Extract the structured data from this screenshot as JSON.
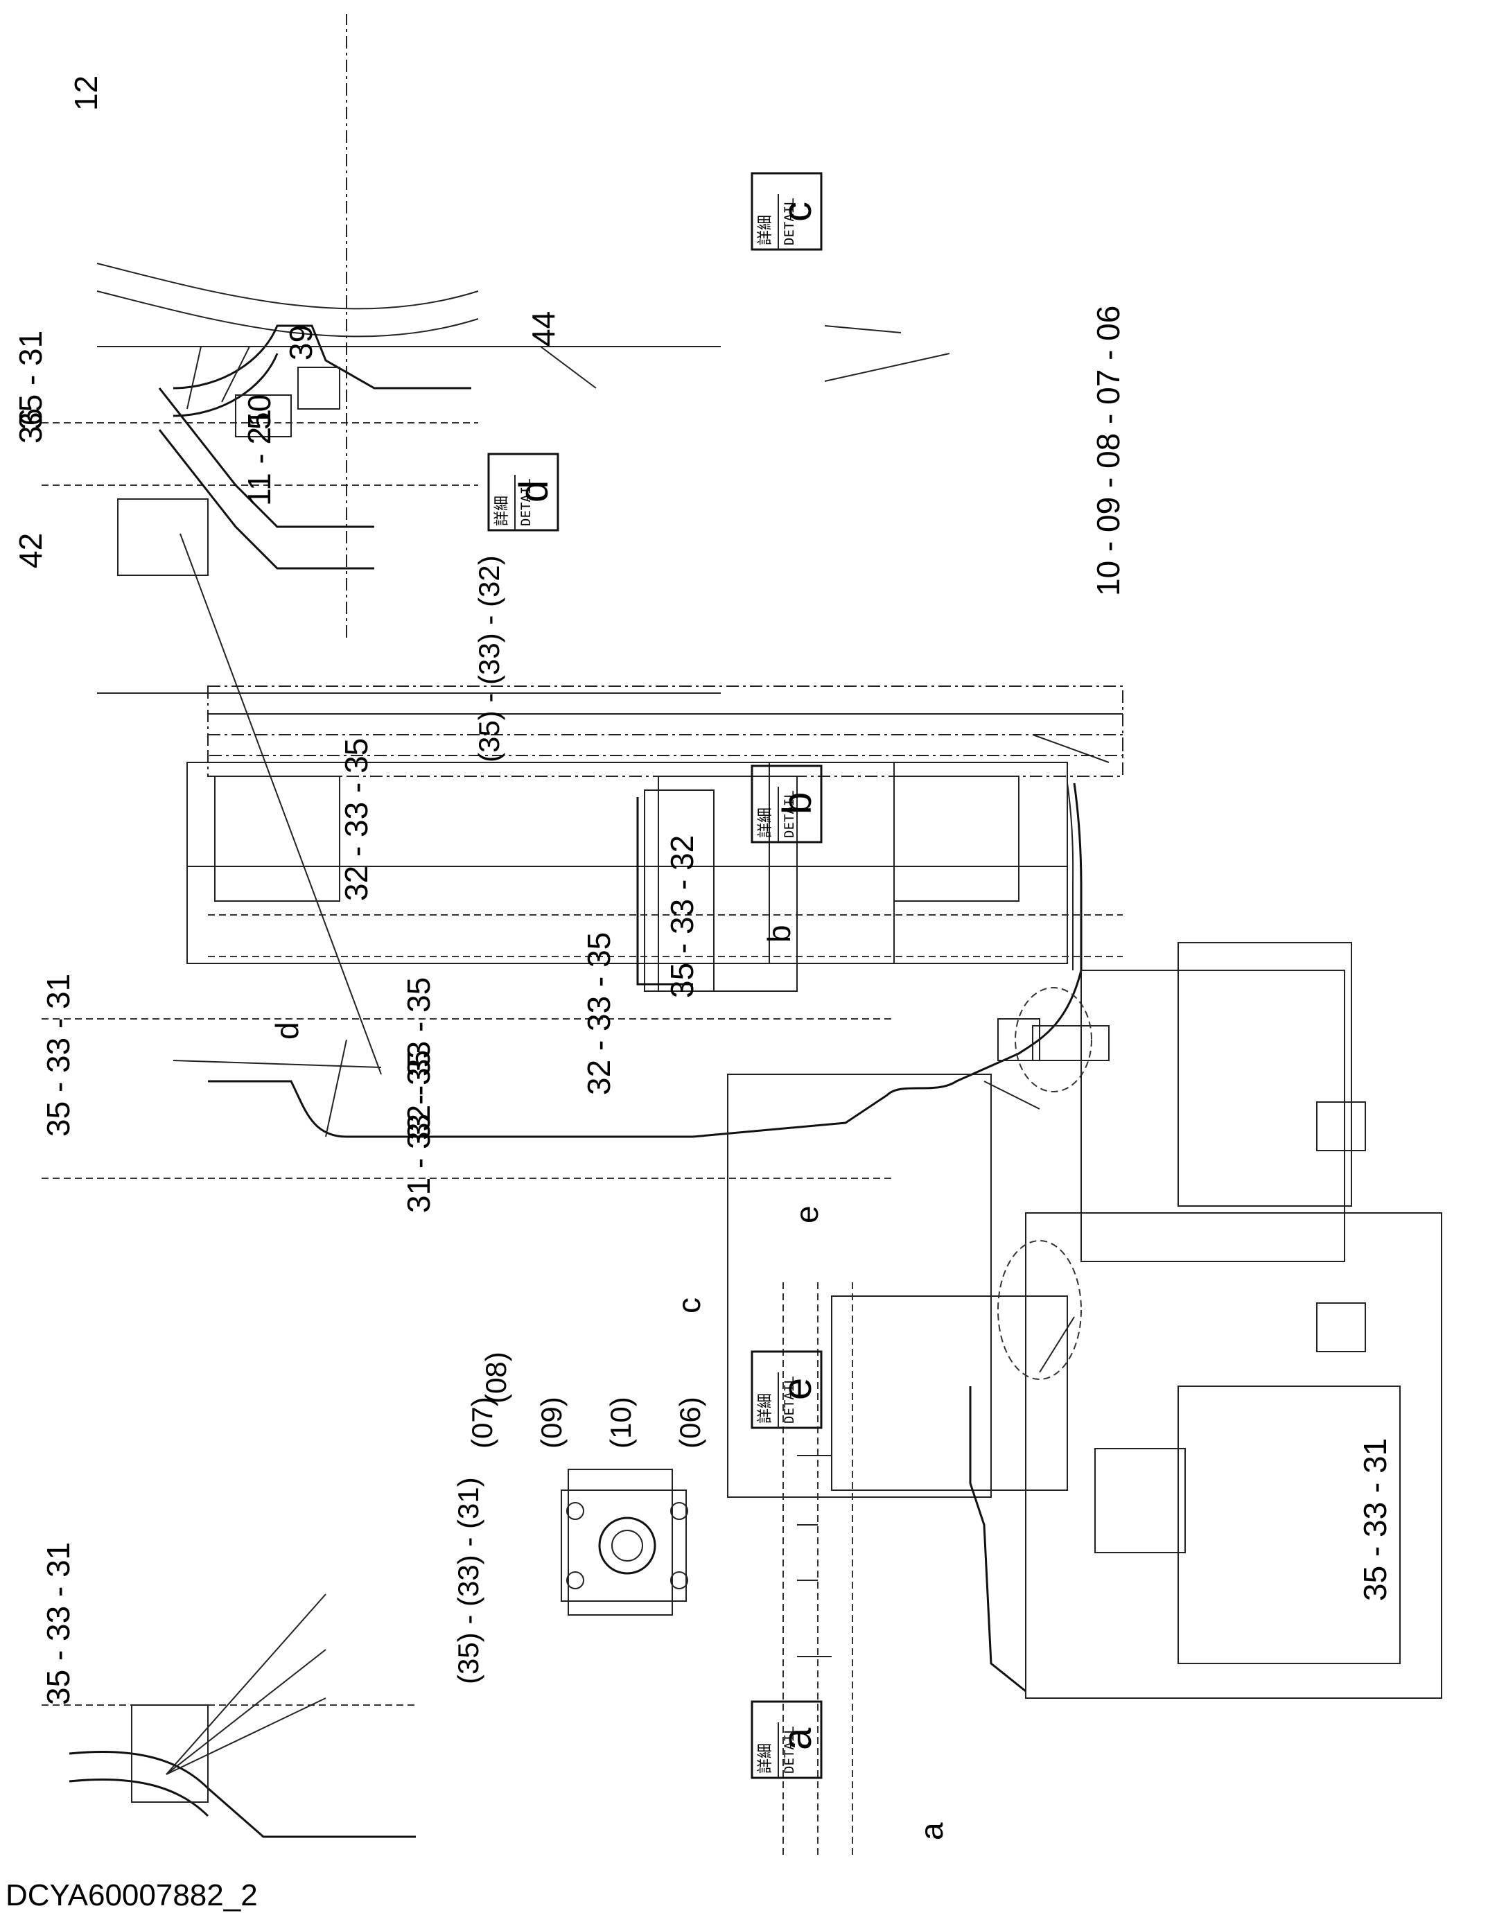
{
  "drawing_code": "DCYA60007882_2",
  "detail_jp": "詳細",
  "detail_en": "DETAIL",
  "detail_boxes": [
    {
      "letter": "a"
    },
    {
      "letter": "b"
    },
    {
      "letter": "c"
    },
    {
      "letter": "d"
    },
    {
      "letter": "e"
    }
  ],
  "callouts": {
    "c1": "35 - 33 - 31",
    "c2": "35 - 33 - 31",
    "c3": "32 - 33 - 35",
    "c4": "31 - 33 - 35",
    "c5": "35 - 31",
    "c6": "36",
    "c7": "42",
    "c8": "39",
    "c9": "44",
    "c10": "12",
    "c11": "50",
    "c12": "11 - 21",
    "c13": "(35) - (33) - (32)",
    "c14": "(08)",
    "c15": "(07)",
    "c16": "(09)",
    "c17": "(10)",
    "c18": "(06)",
    "c19": "(35) - (33) - (31)",
    "c20": "35 - 33 - 31",
    "c21": "35 - 33 - 32",
    "c22": "10 - 09 - 08 - 07 - 06",
    "c23": "32 - 33 - 35",
    "c24": "32 - 33 - 35",
    "c25": "a",
    "c26": "b",
    "c27": "c",
    "c28": "d",
    "c29": "e"
  }
}
